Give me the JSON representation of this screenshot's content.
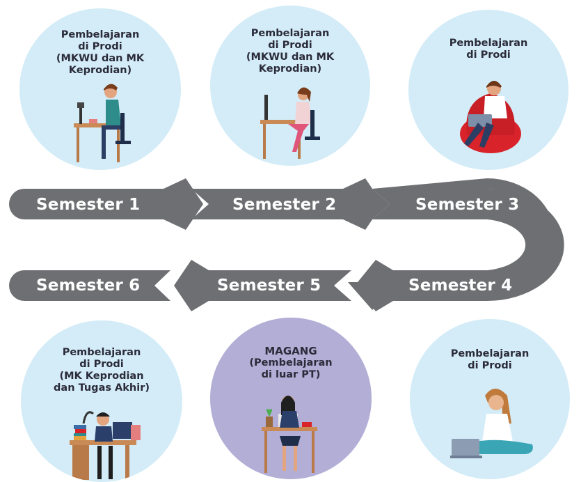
{
  "circles": {
    "s1": {
      "lines": [
        "Pembelajaran",
        "di Prodi",
        "(MKWU dan MK",
        "Keprodian)"
      ]
    },
    "s2": {
      "lines": [
        "Pembelajaran",
        "di Prodi",
        "(MKWU dan MK",
        "Keprodian)"
      ]
    },
    "s3": {
      "lines": [
        "Pembelajaran",
        "di Prodi"
      ]
    },
    "s4": {
      "lines": [
        "Pembelajaran",
        "di Prodi"
      ]
    },
    "s5": {
      "title": "MAGANG",
      "lines": [
        "(Pembelajaran",
        "di luar PT)"
      ]
    },
    "s6": {
      "lines": [
        "Pembelajaran",
        "di Prodi",
        "(MK Keprodian",
        "dan Tugas Akhir)"
      ]
    }
  },
  "semesters": [
    "Semester 1",
    "Semester 2",
    "Semester 3",
    "Semester 4",
    "Semester 5",
    "Semester 6"
  ],
  "colors": {
    "circle_blue": "#d3ecf7",
    "circle_purple": "#b3aed6",
    "arrow_gray": "#6e6f72",
    "text_dark": "#2b2b3a"
  }
}
